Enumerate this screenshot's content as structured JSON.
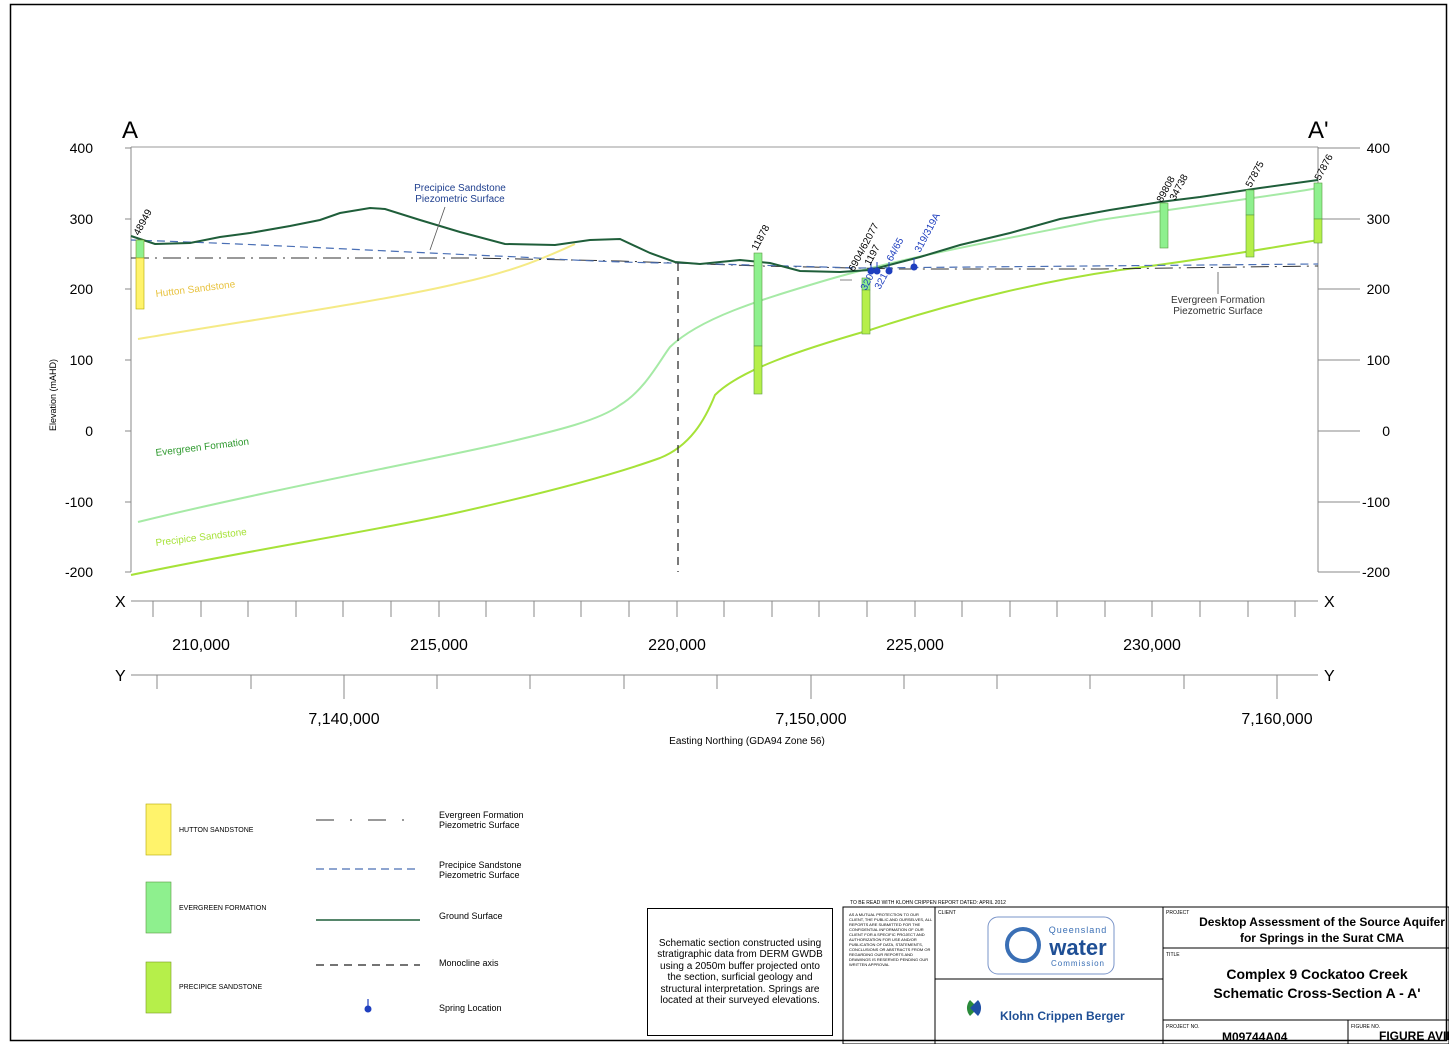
{
  "section": {
    "start_label": "A",
    "end_label": "A'",
    "y_axis_label": "Elevation (mAHD)",
    "y_ticks": [
      "400",
      "300",
      "200",
      "100",
      "0",
      "-100",
      "-200"
    ],
    "x_row_label": "X",
    "x_ticks": [
      "210,000",
      "215,000",
      "220,000",
      "225,000",
      "230,000"
    ],
    "y_row_label": "Y",
    "y_row_ticks": [
      "7,140,000",
      "7,150,000",
      "7,160,000"
    ],
    "x_axis_label": "Easting Northing (GDA94 Zone 56)"
  },
  "annotations": {
    "precipice_piezo": [
      "Precipice Sandstone",
      "Piezometric Surface"
    ],
    "evergreen_piezo": [
      "Evergreen Formation",
      "Piezometric Surface"
    ],
    "hutton_label": "Hutton Sandstone",
    "evergreen_label": "Evergreen Formation",
    "precipice_label": "Precipice Sandstone"
  },
  "bores": {
    "b48949": "48949",
    "b11878": "11878",
    "b6904": "6904/62077",
    "b1197": "1197",
    "b89808": "89808",
    "b34738": "34738",
    "b57875": "57875",
    "b57876": "57876",
    "s64": "64/65",
    "s319": "319/319A",
    "s320": "320",
    "s321": "321"
  },
  "legend": {
    "hutton": "HUTTON SANDSTONE",
    "evergreen": "EVERGREEN FORMATION",
    "precipice": "PRECIPICE SANDSTONE",
    "evergreen_piezo": [
      "Evergreen Formation",
      "Piezometric Surface"
    ],
    "precipice_piezo": [
      "Precipice Sandstone",
      "Piezometric Surface"
    ],
    "ground": "Ground Surface",
    "monocline": "Monocline axis",
    "spring": "Spring Location"
  },
  "note": "Schematic section constructed using stratigraphic data from DERM GWDB using a 2050m buffer projected onto the section, surficial geology and structural interpretation. Springs are located at their surveyed elevations.",
  "title_block": {
    "read_with": "TO BE READ WITH KLOHN CRIPPEN REPORT DATED: APRIL 2012",
    "disclaimer": "AS A MUTUAL PROTECTION TO OUR CLIENT, THE PUBLIC AND OURSELVES, ALL REPORTS ARE SUBMITTED FOR THE CONFIDENTIAL INFORMATION OF OUR CLIENT FOR A SPECIFIC PROJECT AND AUTHORIZATION FOR USE AND/OR PUBLICATION OF DATA, STATEMENTS, CONCLUSIONS OR ABSTRACTS FROM OR REGARDING OUR REPORTS AND DRAWINGS IS RESERVED PENDING OUR WRITTEN APPROVAL",
    "client_label": "CLIENT",
    "qwc_small": "Queensland",
    "qwc_big": "water",
    "qwc_sub": "Commission",
    "kcb": "Klohn Crippen Berger",
    "project_label": "PROJECT",
    "project": [
      "Desktop Assessment of the Source Aquifer",
      "for Springs in the Surat CMA"
    ],
    "title_label": "TITLE",
    "title": [
      "Complex 9 Cockatoo Creek",
      "Schematic Cross-Section A - A'"
    ],
    "project_no_label": "PROJECT NO.",
    "project_no": "M09744A04",
    "figure_no_label": "FIGURE NO.",
    "figure_no": "FIGURE AVIII-"
  },
  "colors": {
    "ground": "#1f5e3a",
    "hutton": "#fff36b",
    "hutton_line": "#f5ea86",
    "evergreen": "#8ef08e",
    "evergreen_line": "#a6eaa6",
    "precipice": "#b6ef4a",
    "precipice_line": "#a6e238",
    "precipice_piezo": "#4a6fb5",
    "spring": "#1f3fbf"
  }
}
